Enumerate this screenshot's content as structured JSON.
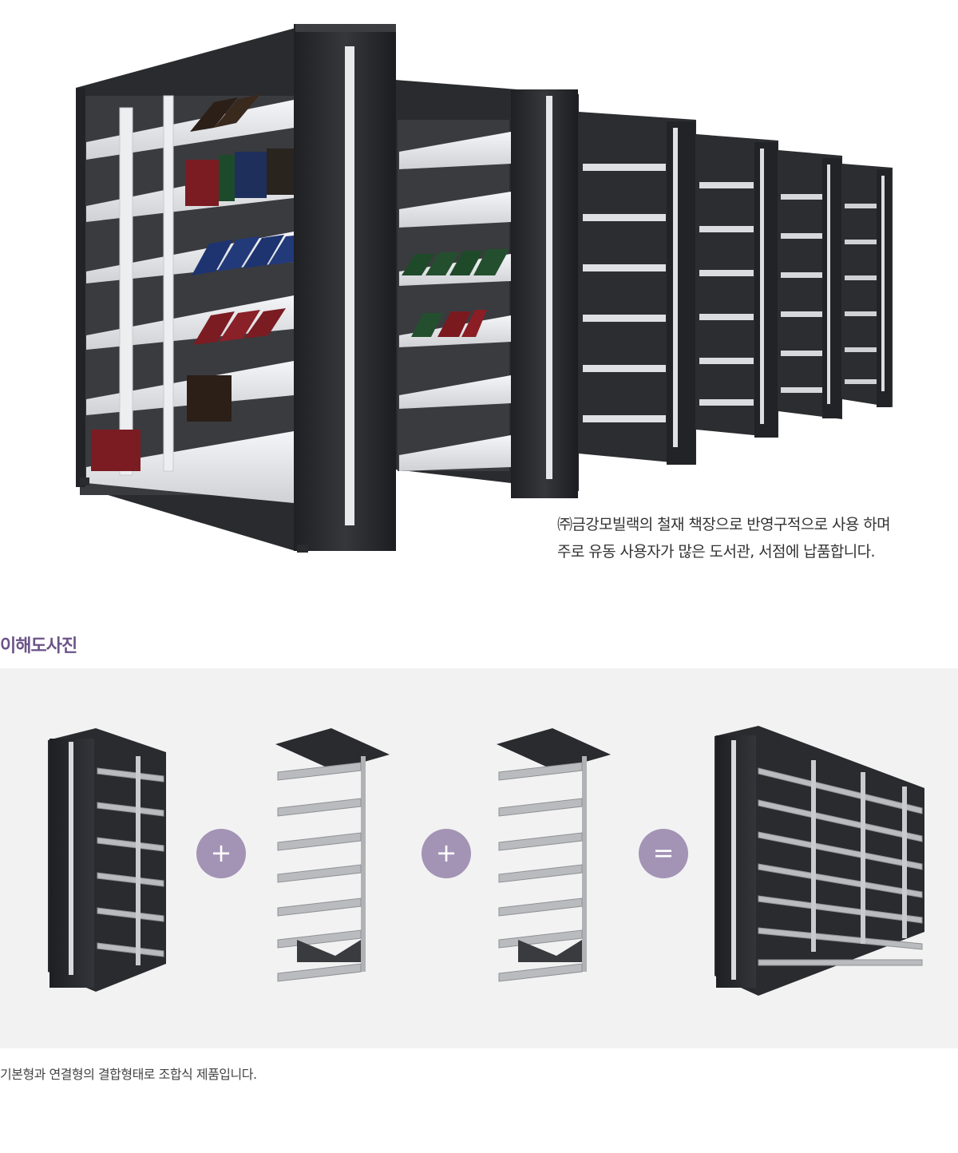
{
  "hero": {
    "image_label": "steel library bookshelves (double-sided)",
    "caption_lines": [
      "㈜금강모빌랙의 철재 책장으로 반영구적으로 사용 하며",
      "주로 유동 사용자가 많은 도서관, 서점에 납품합니다."
    ]
  },
  "section": {
    "title": "이해도사진"
  },
  "diagram": {
    "items": [
      {
        "name": "basic-unit"
      },
      {
        "operator": "+"
      },
      {
        "name": "connecting-unit"
      },
      {
        "operator": "+"
      },
      {
        "name": "connecting-unit"
      },
      {
        "operator": "="
      },
      {
        "name": "combined-unit"
      }
    ],
    "caption": "기본형과 연결형의 결합형태로 조합식 제품입니다."
  },
  "colors": {
    "frame_dark": "#2b2c2f",
    "shelf_light": "#e8e9eb",
    "accent_purple": "#6b5388",
    "operator_circle": "#a393b5",
    "band_bg": "#f2f2f2"
  }
}
